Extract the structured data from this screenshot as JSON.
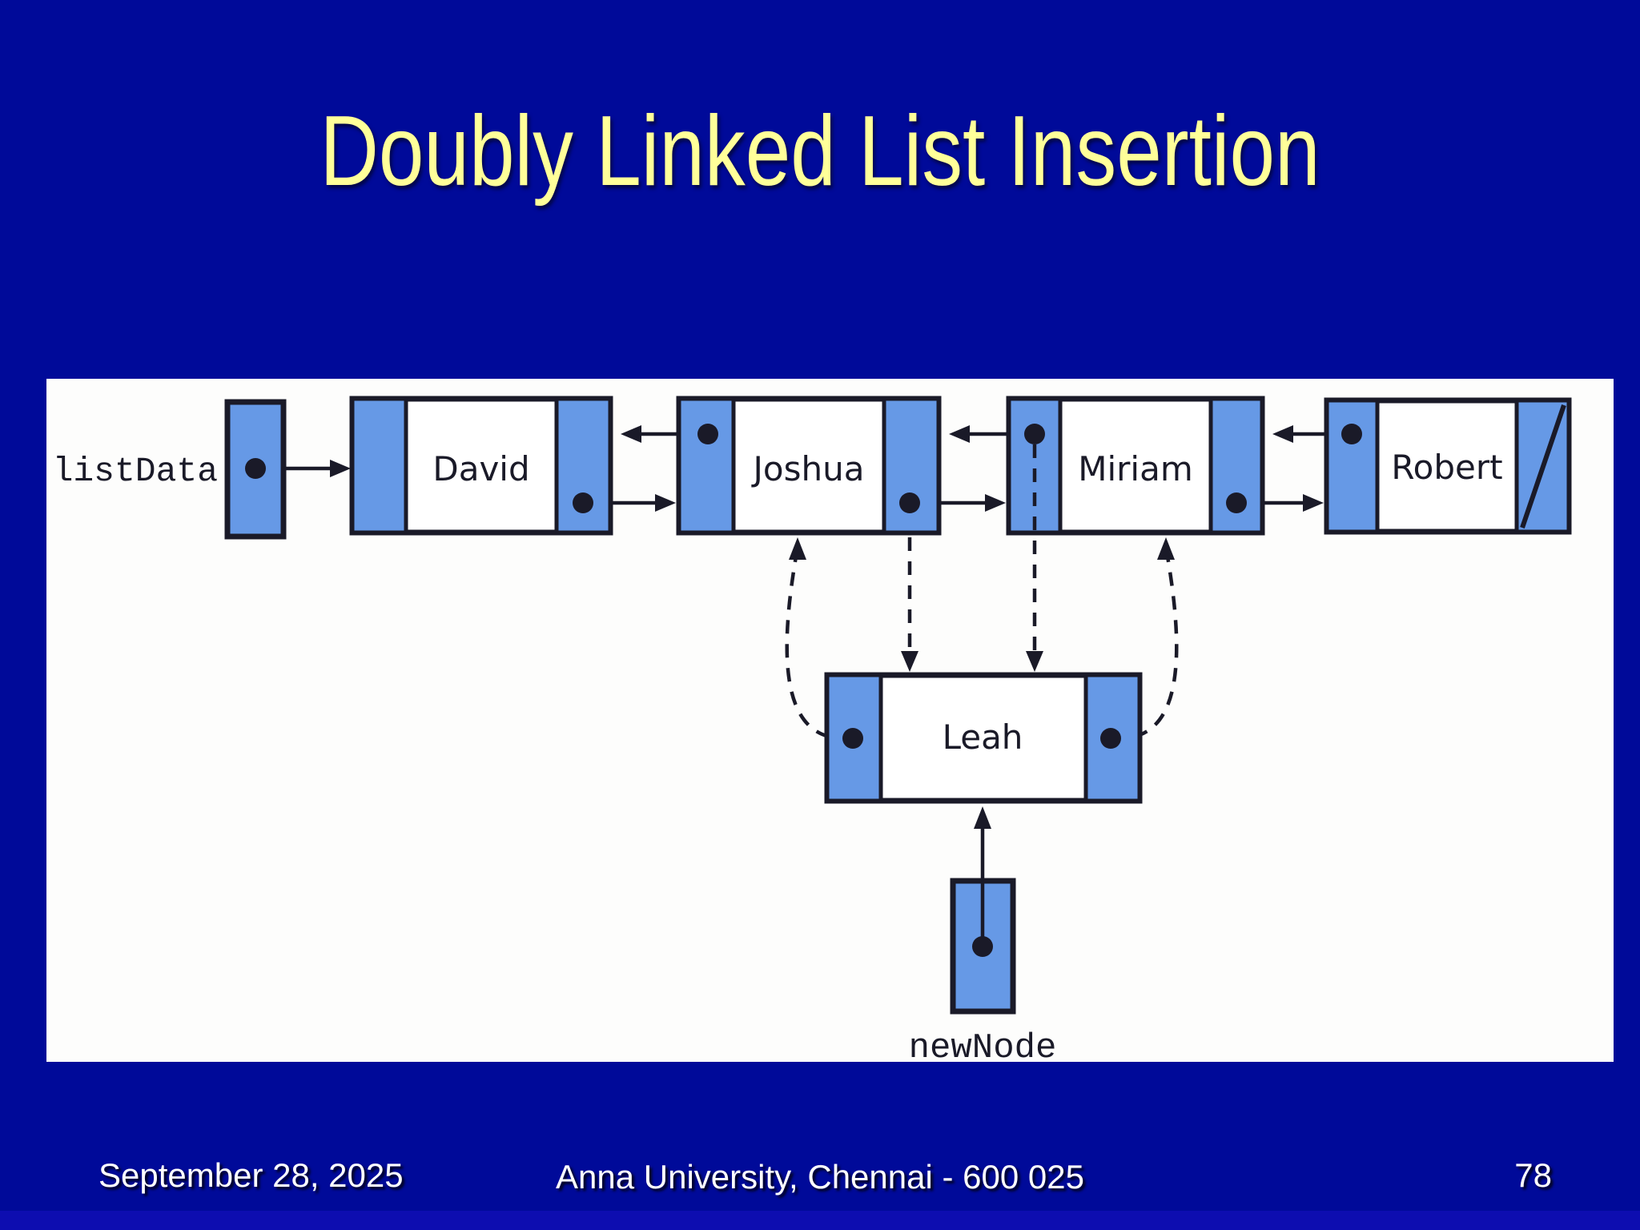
{
  "slide": {
    "title": "Doubly Linked List Insertion",
    "footer": {
      "date": "September 28, 2025",
      "center": "Anna University, Chennai - 600 025",
      "page_number": "78"
    }
  },
  "colors": {
    "background": "#000A99",
    "bottom_strip": "#0D0DB0",
    "title_text": "#FFFF99",
    "panel_background": "#FDFDFC",
    "footer_text": "#FFFFFF",
    "node_fill": "#6699E6",
    "ink": "#1A1A28"
  },
  "diagram": {
    "list_pointer_label": "listData",
    "new_node_label": "newNode",
    "nodes": [
      {
        "label": "David"
      },
      {
        "label": "Joshua"
      },
      {
        "label": "Miriam"
      },
      {
        "label": "Robert"
      }
    ],
    "inserted_node": {
      "label": "Leah"
    }
  }
}
